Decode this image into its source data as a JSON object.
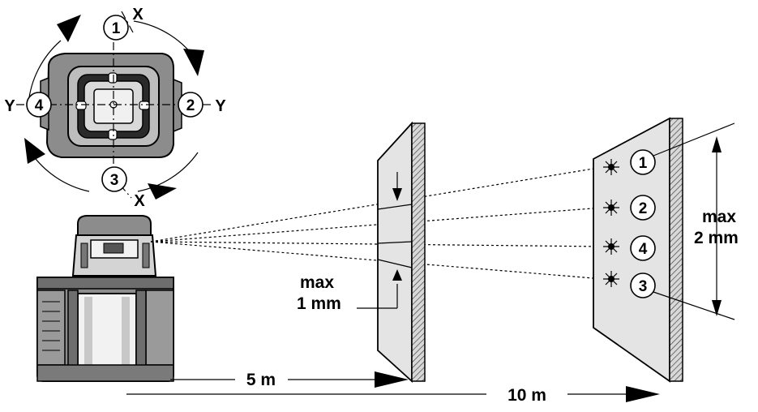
{
  "top_view": {
    "axis_labels": {
      "x_top": "X",
      "x_bottom": "X",
      "y_left": "Y",
      "y_right": "Y"
    },
    "positions": {
      "top": "1",
      "right": "2",
      "bottom": "3",
      "left": "4"
    }
  },
  "near_target": {
    "tolerance_label_line1": "max",
    "tolerance_label_line2": "1 mm",
    "distance_label": "5 m"
  },
  "far_target": {
    "spots": [
      "1",
      "2",
      "4",
      "3"
    ],
    "tolerance_label_line1": "max",
    "tolerance_label_line2": "2 mm",
    "distance_label": "10 m"
  },
  "colors": {
    "ink": "#000000",
    "device_body": "#8c8c8c",
    "device_dark": "#4a4a4a",
    "target_face": "#e4e4e4"
  }
}
